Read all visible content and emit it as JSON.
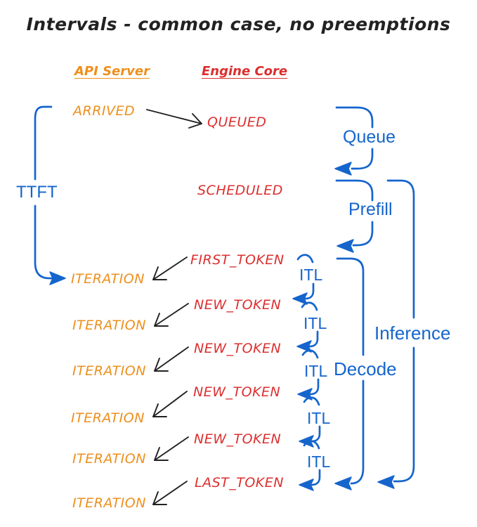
{
  "title": "Intervals - common case, no preemptions",
  "columns": {
    "api_server": "API Server",
    "engine_core": "Engine Core"
  },
  "events": {
    "arrived": "ARRIVED",
    "queued": "QUEUED",
    "scheduled": "SCHEDULED",
    "first_token": "FIRST_TOKEN",
    "new_token": "NEW_TOKEN",
    "last_token": "LAST_TOKEN",
    "iteration": "ITERATION"
  },
  "intervals": {
    "ttft": "TTFT",
    "queue": "Queue",
    "prefill": "Prefill",
    "itl": "ITL",
    "decode": "Decode",
    "inference": "Inference"
  },
  "colors": {
    "blue": "#1565cd",
    "red": "#dc2f2f",
    "orange": "#ee8f1d",
    "black": "#222222"
  }
}
